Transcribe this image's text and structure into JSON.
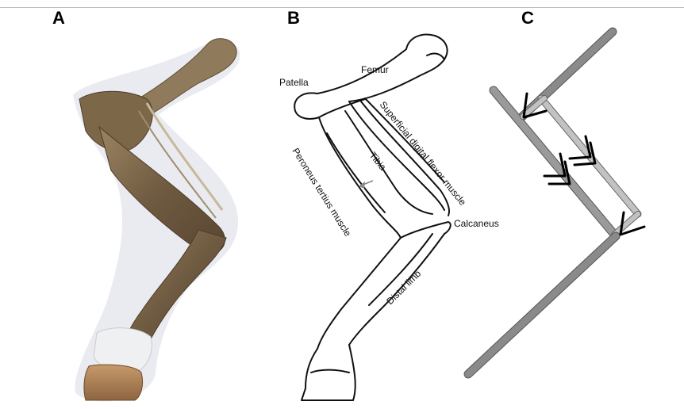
{
  "panels": {
    "a": {
      "letter": "A"
    },
    "b": {
      "letter": "B"
    },
    "c": {
      "letter": "C"
    }
  },
  "labels": {
    "femur": "Femur",
    "patella": "Patella",
    "superficial_digital_flexor": "Superficial digital flexor muscle",
    "tibia": "Tibia",
    "peroneus_tertius": "Peroneus tertius muscle",
    "calcaneus": "Calcaneus",
    "distal_limb": "Distal limb"
  },
  "colors": {
    "bone_dark": "#8a8a8a",
    "bone_light": "#b8b8b8",
    "outline": "#111111",
    "specimen": "#7a6347"
  }
}
